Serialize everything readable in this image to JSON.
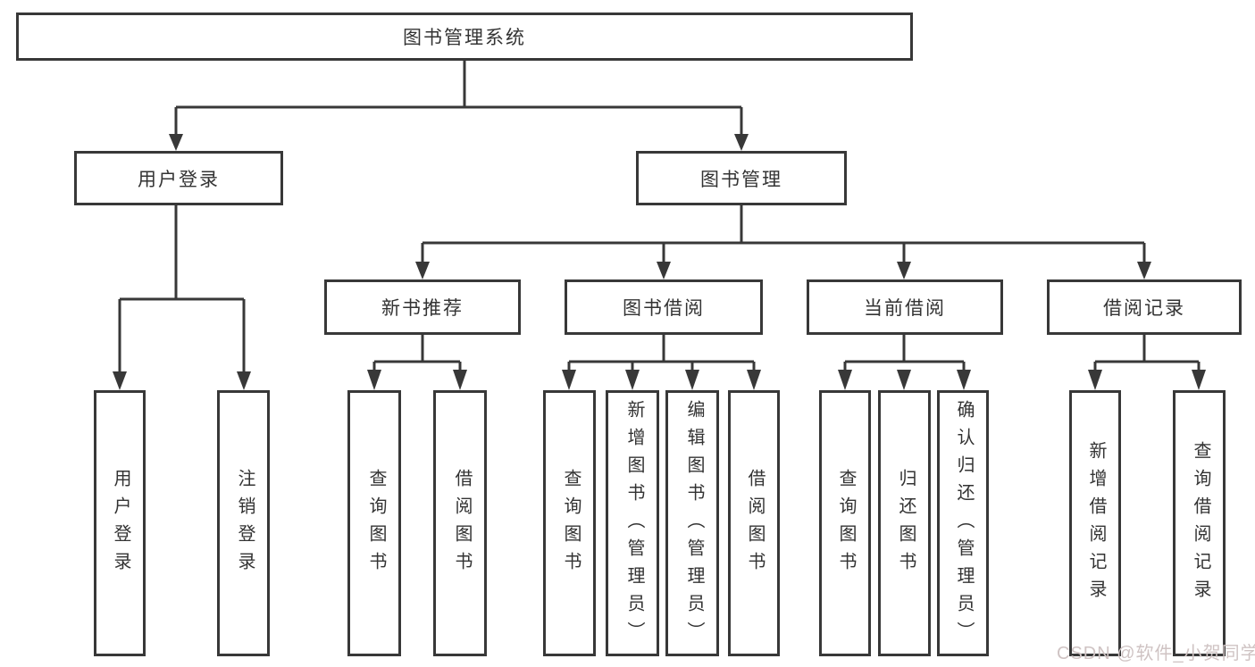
{
  "diagram_type": "hierarchy-tree",
  "colors": {
    "line": "#383838",
    "box_border": "#383838",
    "text": "#333333",
    "background": "#ffffff",
    "watermark": "#cfc3c3"
  },
  "watermark": "CSDN @软件_小贺同学",
  "tree": {
    "label": "图书管理系统",
    "children": [
      {
        "label": "用户登录",
        "children": [
          {
            "label": "用户登录"
          },
          {
            "label": "注销登录"
          }
        ]
      },
      {
        "label": "图书管理",
        "children": [
          {
            "label": "新书推荐",
            "children": [
              {
                "label": "查询图书"
              },
              {
                "label": "借阅图书"
              }
            ]
          },
          {
            "label": "图书借阅",
            "children": [
              {
                "label": "查询图书"
              },
              {
                "label": "新增图书（管理员）"
              },
              {
                "label": "编辑图书（管理员）"
              },
              {
                "label": "借阅图书"
              }
            ]
          },
          {
            "label": "当前借阅",
            "children": [
              {
                "label": "查询图书"
              },
              {
                "label": "归还图书"
              },
              {
                "label": "确认归还（管理员）"
              }
            ]
          },
          {
            "label": "借阅记录",
            "children": [
              {
                "label": "新增借阅记录"
              },
              {
                "label": "查询借阅记录"
              }
            ]
          }
        ]
      }
    ]
  }
}
